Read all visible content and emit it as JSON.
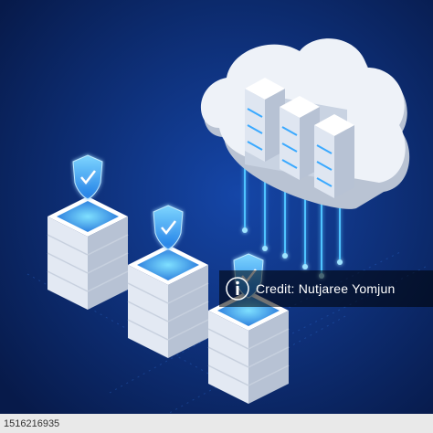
{
  "scene": {
    "description": "isometric illustration of a cloud containing three server racks, connected by glowing light beams down to three server stacks, each topped with a holographic shield with a check mark",
    "colors": {
      "background_center": "#1546a8",
      "background_edge": "#071a4a",
      "glow": "#4fc3ff",
      "server_white": "#eef2f8",
      "server_shadow": "#b7c2d4"
    }
  },
  "watermark": {
    "logo": "istock-logo",
    "credit": "Credit: Nutjaree Yomjun"
  },
  "footer": {
    "image_id": "1516216935"
  }
}
